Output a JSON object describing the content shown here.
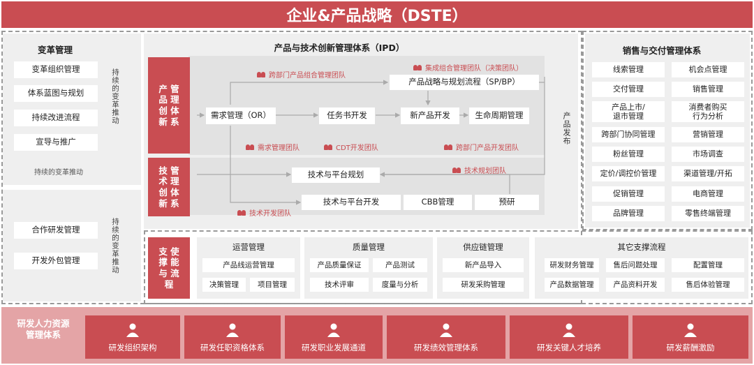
{
  "title": "企业&产品战略（DSTE）",
  "change": {
    "header": "变革管理",
    "items": [
      "变革组织管理",
      "体系蓝图与规划",
      "持续改进流程",
      "宣导与推广"
    ],
    "side_text": "持续的变革推动",
    "bottom_text": "持续的变革推动",
    "items2": [
      "合作研发管理",
      "开发外包管理"
    ],
    "side_text2": "持续的变革推动"
  },
  "ipd": {
    "header": "产品与技术创新管理体系（IPD）",
    "product_label": "产管品理创体新系",
    "product_label_lines": [
      "产 管",
      "品 理",
      "创 体",
      "新 系"
    ],
    "tech_label_lines": [
      "技 管",
      "术 理",
      "创 体",
      "新 系"
    ],
    "teams": {
      "cross_portfolio": "跨部门产品组合管理团队",
      "integrated_portfolio": "集成组合管理团队（决策团队）",
      "requirement": "需求管理团队",
      "cdt": "CDT开发团队",
      "cross_dev": "跨部门产品开发团队",
      "tech_plan": "技术规划团队",
      "tech_dev": "技术开发团队"
    },
    "boxes": {
      "strategy": "产品战略与规划流程（SP/BP）",
      "or": "需求管理（OR）",
      "charter": "任务书开发",
      "npd": "新产品开发",
      "lifecycle": "生命周期管理",
      "tech_plan": "技术与平台规划",
      "tech_dev": "技术与平台开发",
      "cbb": "CBB管理",
      "research": "预研"
    },
    "release": "产品发布"
  },
  "sales": {
    "header": "销售与交付管理体系",
    "items": [
      "线索管理",
      "机会点管理",
      "交付管理",
      "销售管理",
      "产品上市/\n退市管理",
      "消费者购买\n行为分析",
      "跨部门协同管理",
      "营销管理",
      "粉丝管理",
      "市场调查",
      "定价/调控价管理",
      "渠道管理/开拓",
      "促销管理",
      "电商管理",
      "品牌管理",
      "零售终端管理"
    ]
  },
  "support": {
    "label_lines": [
      "支 使",
      "撑 能",
      "与 流",
      "   程"
    ],
    "groups": [
      {
        "header": "运营管理",
        "items": [
          "产品线运营管理",
          "决策管理",
          "项目管理"
        ]
      },
      {
        "header": "质量管理",
        "items": [
          "产品质量保证",
          "产品测试",
          "技术评审",
          "度量与分析"
        ]
      },
      {
        "header": "供应链管理",
        "items": [
          "新产品导入",
          "研发采购管理"
        ]
      },
      {
        "header": "其它支撑流程",
        "items": [
          "研发财务管理",
          "售后问题处理",
          "配置管理",
          "产品数据管理",
          "产品资料开发",
          "售后体验管理"
        ]
      }
    ]
  },
  "hr": {
    "label_lines": [
      "研发人力资源",
      "管理体系"
    ],
    "cards": [
      {
        "label": "研发组织架构",
        "icon": "org-chart-icon"
      },
      {
        "label": "研发任职资格体系",
        "icon": "qualification-icon"
      },
      {
        "label": "研发职业发展通道",
        "icon": "career-path-icon"
      },
      {
        "label": "研发绩效管理体系",
        "icon": "performance-icon"
      },
      {
        "label": "研发关键人才培养",
        "icon": "talent-icon"
      },
      {
        "label": "研发薪酬激励",
        "icon": "compensation-icon"
      }
    ]
  },
  "colors": {
    "accent": "#c94d52",
    "panel": "#efefef",
    "inner": "#e4e4e4"
  }
}
